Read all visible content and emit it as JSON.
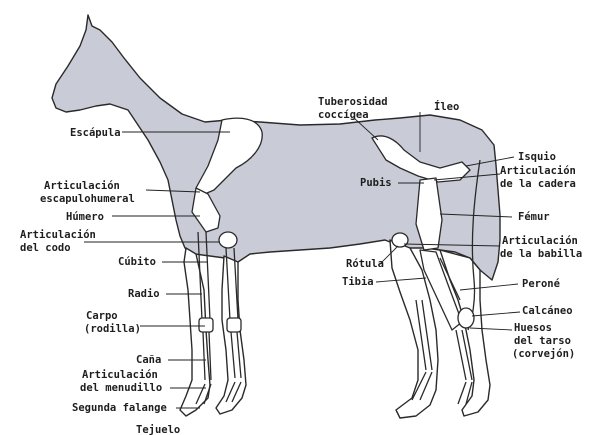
{
  "diagram": {
    "labels": {
      "escapula": "Escápula",
      "art_escapulohumeral_1": "Articulación",
      "art_escapulohumeral_2": "escapulohumeral",
      "humero": "Húmero",
      "art_codo_1": "Articulación",
      "art_codo_2": "del codo",
      "cubito": "Cúbito",
      "radio": "Radio",
      "carpo_1": "Carpo",
      "carpo_2": "(rodilla)",
      "cana": "Caña",
      "art_menudillo_1": "Articulación",
      "art_menudillo_2": "del menudillo",
      "segunda_falange": "Segunda falange",
      "tejuelo": "Tejuelo",
      "tuberosidad_1": "Tuberosidad",
      "tuberosidad_2": "coccígea",
      "ileo": "Íleo",
      "isquio": "Isquio",
      "art_cadera_1": "Articulación",
      "art_cadera_2": "de la cadera",
      "pubis": "Pubis",
      "femur": "Fémur",
      "art_babilla_1": "Articulación",
      "art_babilla_2": "de la babilla",
      "rotula": "Rótula",
      "tibia": "Tibia",
      "perone": "Peroné",
      "calcaneo": "Calcáneo",
      "huesos_tarso_1": "Huesos",
      "huesos_tarso_2": "del tarso",
      "huesos_tarso_3": "(corvejón)"
    },
    "colors": {
      "body_fill": "#c9ccd6",
      "outline": "#2a2a2a",
      "bone_fill": "#ffffff",
      "text": "#1e1e1e"
    }
  }
}
